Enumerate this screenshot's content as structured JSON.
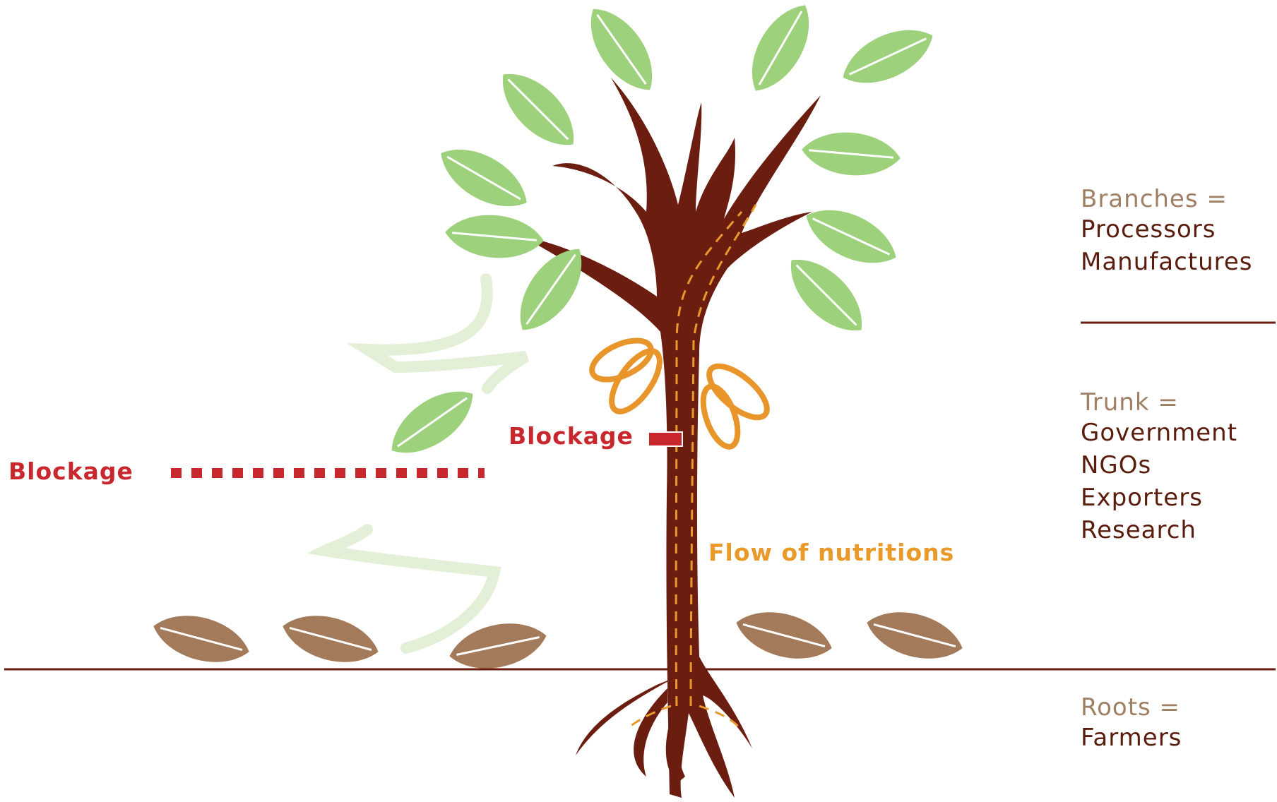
{
  "legend": {
    "branches": {
      "head": "Branches =",
      "items": [
        "Processors",
        "Manufactures"
      ]
    },
    "trunk": {
      "head": "Trunk =",
      "items": [
        "Government",
        "NGOs",
        "Exporters",
        "Research"
      ]
    },
    "roots": {
      "head": "Roots =",
      "items": [
        "Farmers"
      ]
    }
  },
  "labels": {
    "blockage_left": "Blockage",
    "blockage_trunk": "Blockage",
    "flow": "Flow of nutritions"
  },
  "colors": {
    "trunk": "#6b1d10",
    "leaf_green": "#9dd17c",
    "leaf_dead": "#a47b5a",
    "pod": "#e8952c",
    "blockage": "#c8282d",
    "flow": "#e99a2a",
    "legend_head": "#a08064",
    "legend_item": "#5a1c0c",
    "ground": "#6b1d10",
    "falling_trail": "#e3efd6"
  },
  "icons": [
    "tree-trunk",
    "green-leaf",
    "dead-leaf",
    "cocoa-pod",
    "falling-leaf-trail"
  ]
}
